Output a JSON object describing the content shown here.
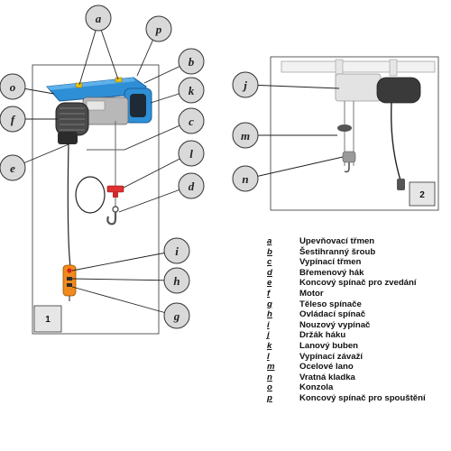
{
  "figure1": {
    "panel_number": "1",
    "callouts": {
      "a": "a",
      "p": "p",
      "b": "b",
      "o": "o",
      "k": "k",
      "f": "f",
      "c": "c",
      "e": "e",
      "l": "l",
      "d": "d",
      "i": "i",
      "h": "h",
      "g": "g"
    }
  },
  "figure2": {
    "panel_number": "2",
    "callouts": {
      "j": "j",
      "m": "m",
      "n": "n"
    }
  },
  "legend": [
    {
      "key": "a",
      "text": "Upevňovací třmen"
    },
    {
      "key": "b",
      "text": "Šestihranný šroub"
    },
    {
      "key": "c",
      "text": "Vypínací třmen"
    },
    {
      "key": "d",
      "text": "Břemenový hák"
    },
    {
      "key": "e",
      "text": "Koncový spínač pro zvedání"
    },
    {
      "key": "f",
      "text": "Motor"
    },
    {
      "key": "g",
      "text": "Těleso spínače"
    },
    {
      "key": "h",
      "text": "Ovládací spínač"
    },
    {
      "key": "i",
      "text": "Nouzový vypínač"
    },
    {
      "key": "j",
      "text": "Držák háku"
    },
    {
      "key": "k",
      "text": "Lanový buben"
    },
    {
      "key": "l",
      "text": "Vypínací závaží"
    },
    {
      "key": "m",
      "text": "Ocelové lano"
    },
    {
      "key": "n",
      "text": "Vratná kladka"
    },
    {
      "key": "o",
      "text": "Konzola"
    },
    {
      "key": "p",
      "text": "Koncový spínač pro spouštění"
    }
  ],
  "colors": {
    "bracket_blue": "#2e8fd6",
    "bracket_dark": "#1b5e99",
    "motor_dark": "#4a4a4a",
    "callout_fill": "#d9d9d9",
    "switch_orange": "#f08a1c",
    "weight_red": "#e03030"
  }
}
